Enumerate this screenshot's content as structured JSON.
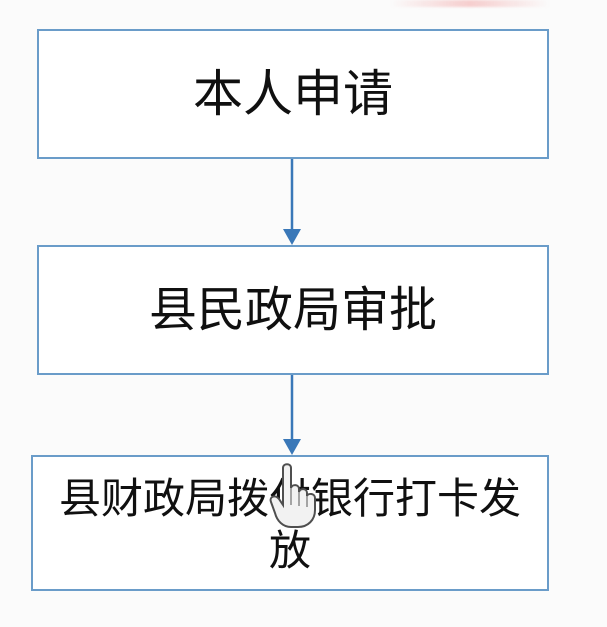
{
  "flowchart": {
    "steps": [
      {
        "label": "本人申请"
      },
      {
        "label": "县民政局审批"
      },
      {
        "label": "县财政局拨付银行打卡发放"
      }
    ]
  },
  "icons": {
    "cursor": "hand-pointer-icon"
  },
  "colors": {
    "box_border": "#6a9cc9",
    "arrow": "#3a78b8",
    "text": "#101010"
  }
}
